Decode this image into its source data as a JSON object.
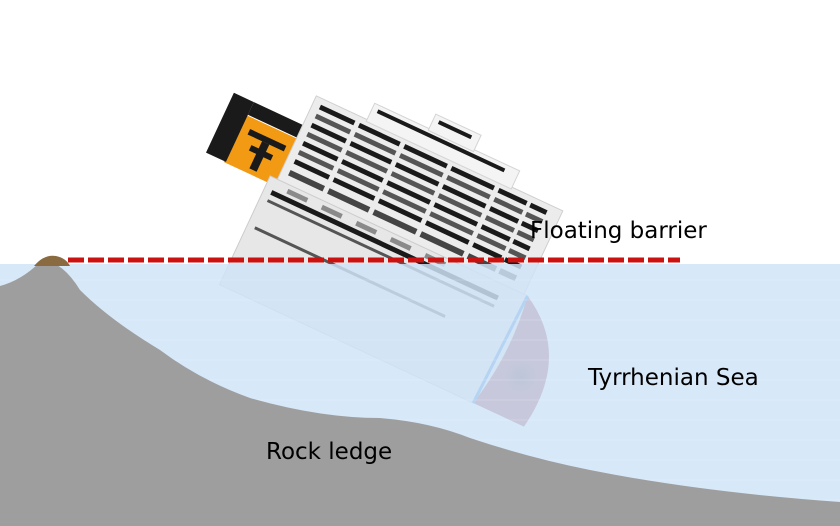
{
  "labels": {
    "floating_barrier": "Floating barrier",
    "sea": "Tyrrhenian Sea",
    "rock_ledge": "Rock ledge"
  },
  "colors": {
    "sea": "#cfe4f8",
    "rock": "#9e9e9e",
    "barrier": "#cc1111",
    "hull_bow": "#9a3c46",
    "ship_body": "#ececec",
    "funnel_orange": "#f29a13",
    "funnel_black": "#1a1a1a",
    "windows": "#1a1a1a",
    "waterline_stripe": "#2f7bd6",
    "islet_brown": "#8a6a40"
  },
  "icons": {
    "ship": "capsized-cruise-ship-icon",
    "rock": "rock-ledge-icon",
    "barrier": "floating-barrier-icon"
  }
}
